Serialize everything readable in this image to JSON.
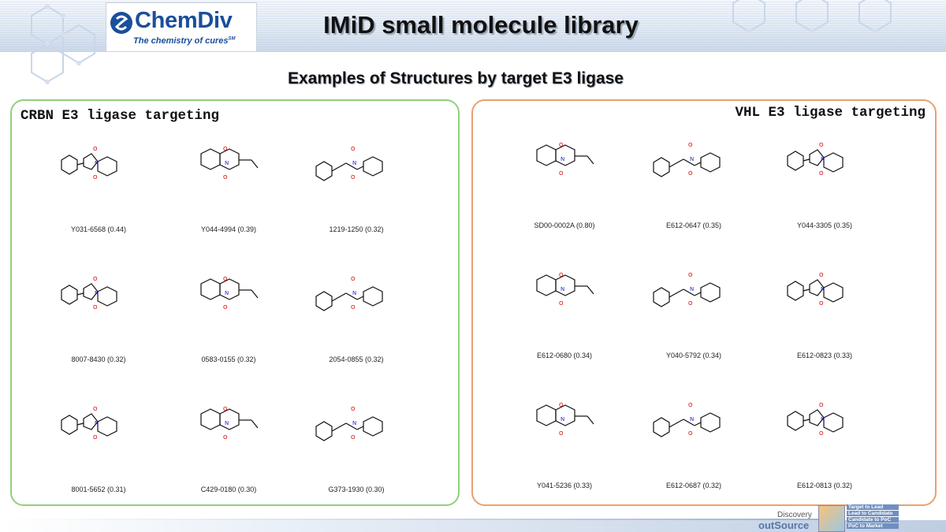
{
  "header": {
    "title": "IMiD small molecule library",
    "logo_name": "ChemDiv",
    "logo_tagline": "The chemistry of cures",
    "logo_mark": "SM"
  },
  "subtitle": "Examples of Structures by target E3 ligase",
  "panels": {
    "left": {
      "title": "CRBN E3 ligase targeting",
      "compounds": [
        {
          "label": "Y031-6568 (0.44)"
        },
        {
          "label": "Y044-4994 (0.39)"
        },
        {
          "label": "1219-1250 (0.32)"
        },
        {
          "label": "8007-8430 (0.32)"
        },
        {
          "label": "0583-0155 (0.32)"
        },
        {
          "label": "2054-0855 (0.32)"
        },
        {
          "label": "8001-5652 (0.31)"
        },
        {
          "label": "C429-0180 (0.30)"
        },
        {
          "label": "G373-1930 (0.30)"
        }
      ]
    },
    "right": {
      "title": "VHL E3 ligase targeting",
      "compounds": [
        {
          "label": "SD00-0002A (0.80)"
        },
        {
          "label": "E612-0647 (0.35)"
        },
        {
          "label": "Y044-3305 (0.35)"
        },
        {
          "label": "E612-0680 (0.34)"
        },
        {
          "label": "Y040-5792 (0.34)"
        },
        {
          "label": "E612-0823 (0.33)"
        },
        {
          "label": "Y041-5236 (0.33)"
        },
        {
          "label": "E612-0687 (0.32)"
        },
        {
          "label": "E612-0813 (0.32)"
        }
      ]
    }
  },
  "footer": {
    "discovery": "Discovery",
    "outsource": "outSource",
    "stages": [
      "Target to Lead",
      "Lead to Candidate",
      "Candidate to PoC",
      "PoC to Market"
    ]
  },
  "colors": {
    "crbn_border": "#8fd07a",
    "vhl_border": "#e8a070",
    "brand_blue": "#1a4f9a"
  },
  "icons": {
    "logo": "chemdiv-logo-icon",
    "molecule": "molecule-structure-icon"
  }
}
